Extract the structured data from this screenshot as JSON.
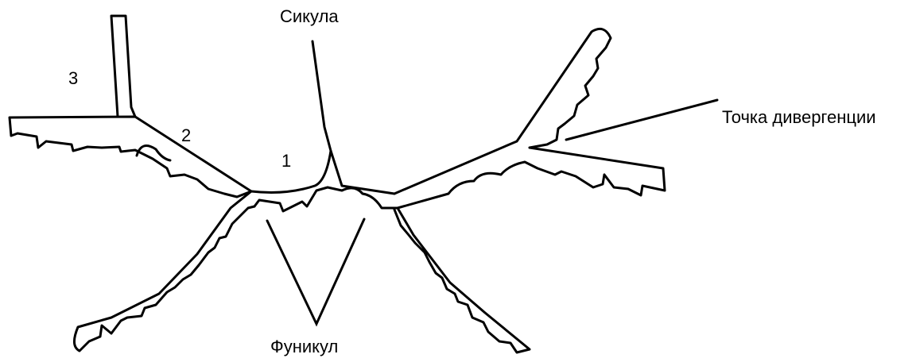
{
  "labels": {
    "sicula": "Сикула",
    "divergence_point": "Точка дивергенции",
    "funiculus": "Фуникул",
    "order_1": "1",
    "order_2": "2",
    "order_3": "3"
  }
}
